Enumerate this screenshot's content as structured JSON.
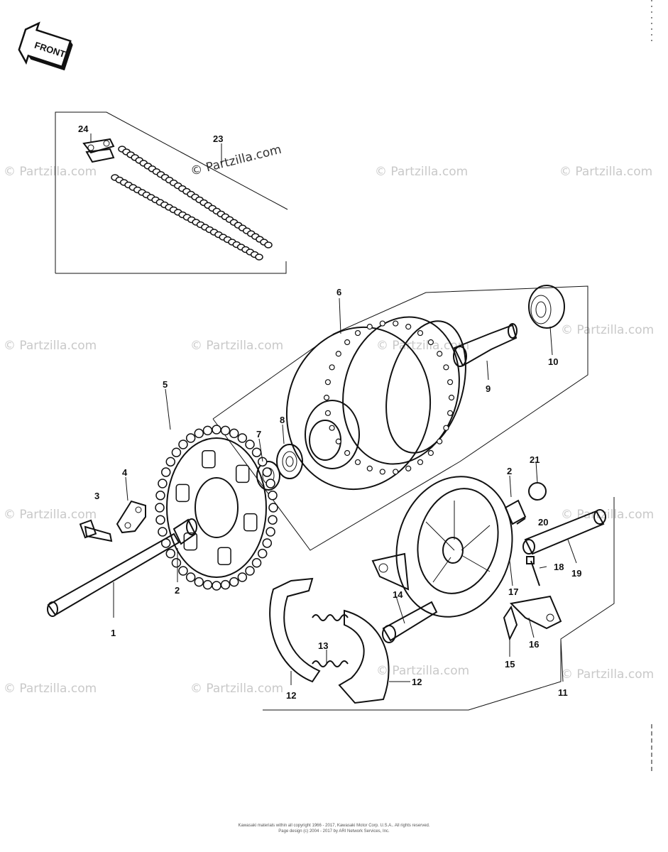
{
  "front_badge": "FRONT",
  "watermark": "© Partzilla.com",
  "callouts": [
    {
      "id": "24",
      "label": "24"
    },
    {
      "id": "23",
      "label": "23"
    },
    {
      "id": "6",
      "label": "6"
    },
    {
      "id": "10",
      "label": "10"
    },
    {
      "id": "9",
      "label": "9"
    },
    {
      "id": "5",
      "label": "5"
    },
    {
      "id": "8",
      "label": "8"
    },
    {
      "id": "7",
      "label": "7"
    },
    {
      "id": "4",
      "label": "4"
    },
    {
      "id": "3",
      "label": "3"
    },
    {
      "id": "2a",
      "label": "2"
    },
    {
      "id": "1",
      "label": "1"
    },
    {
      "id": "2b",
      "label": "2"
    },
    {
      "id": "21",
      "label": "21"
    },
    {
      "id": "20",
      "label": "20"
    },
    {
      "id": "19",
      "label": "19"
    },
    {
      "id": "18",
      "label": "18"
    },
    {
      "id": "17",
      "label": "17"
    },
    {
      "id": "14",
      "label": "14"
    },
    {
      "id": "16",
      "label": "16"
    },
    {
      "id": "15",
      "label": "15"
    },
    {
      "id": "11",
      "label": "11"
    },
    {
      "id": "13",
      "label": "13"
    },
    {
      "id": "12a",
      "label": "12"
    },
    {
      "id": "12b",
      "label": "12"
    }
  ],
  "footer": {
    "line1": "Kawasaki materials within all copyright 1966 - 2017, Kawasaki Motor Corp. U.S.A.. All rights reserved.",
    "line2": "Page design (c) 2004 - 2017 by ARI Network Services, Inc."
  }
}
